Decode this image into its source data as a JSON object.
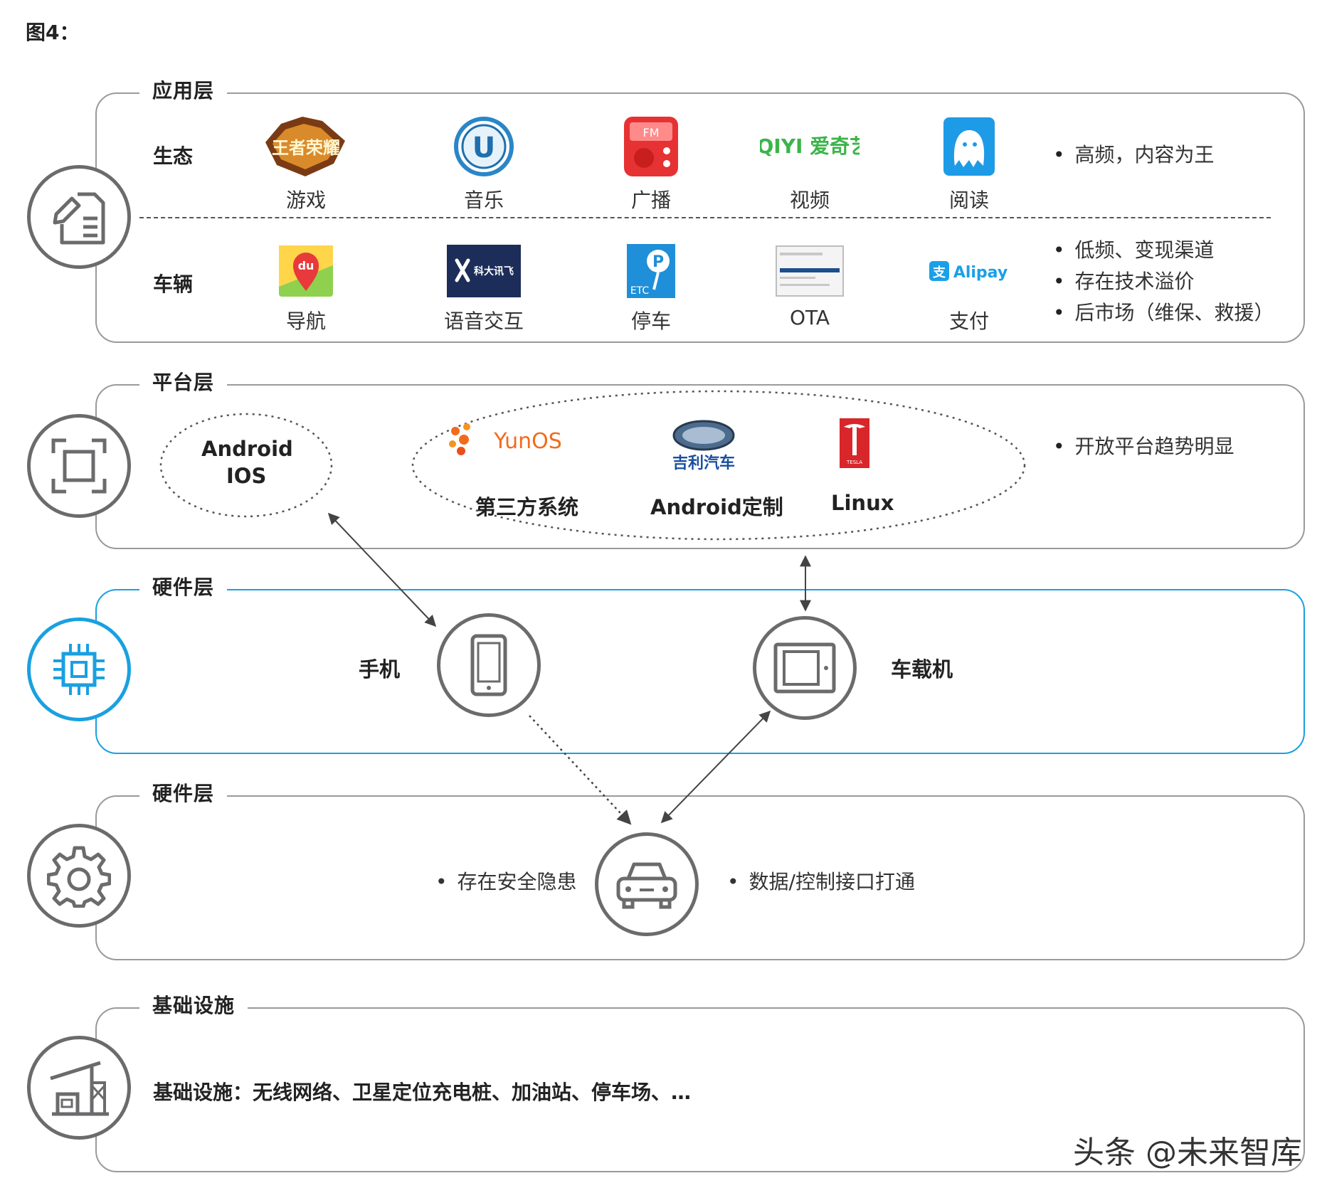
{
  "figure_label": "图4：",
  "layers": {
    "app": {
      "title": "应用层",
      "ecosystem": {
        "title": "生态",
        "apps": [
          {
            "label": "游戏",
            "icon": "honor-of-kings-logo",
            "logo_text": "王者荣耀"
          },
          {
            "label": "音乐",
            "icon": "music-u-logo",
            "logo_text": "U"
          },
          {
            "label": "广播",
            "icon": "radio-logo",
            "logo_text": "FM"
          },
          {
            "label": "视频",
            "icon": "iqiyi-logo",
            "logo_text": "iQIYI 爱奇艺"
          },
          {
            "label": "阅读",
            "icon": "reader-ghost-logo",
            "logo_text": ""
          }
        ],
        "bullets": [
          "高频，内容为王"
        ]
      },
      "vehicle": {
        "title": "车辆",
        "apps": [
          {
            "label": "导航",
            "icon": "baidu-map-logo",
            "logo_text": "du"
          },
          {
            "label": "语音交互",
            "icon": "iflytek-logo",
            "logo_text": "科大讯飞"
          },
          {
            "label": "停车",
            "icon": "etc-parking-logo",
            "logo_text": "ETC"
          },
          {
            "label": "OTA",
            "icon": "ota-screen-logo",
            "logo_text": ""
          },
          {
            "label": "支付",
            "icon": "alipay-logo",
            "logo_text": "Alipay"
          }
        ],
        "bullets": [
          "低频、变现渠道",
          "存在技术溢价",
          "后市场（维保、救援）"
        ]
      }
    },
    "platform": {
      "title": "平台层",
      "phone_os": {
        "line1": "Android",
        "line2": "IOS"
      },
      "car_os": [
        {
          "label": "第三方系统",
          "icon": "yunos-logo",
          "logo_text": "YunOS"
        },
        {
          "label": "Android定制",
          "icon": "geely-logo",
          "logo_text": "吉利汽车"
        },
        {
          "label": "Linux",
          "icon": "tesla-logo",
          "logo_text": "TESLA"
        }
      ],
      "bullets": [
        "开放平台趋势明显"
      ]
    },
    "hardware": {
      "title": "硬件层",
      "phone_label": "手机",
      "headunit_label": "车载机"
    },
    "vehicle_hw": {
      "title": "硬件层",
      "left_note": "存在安全隐患",
      "right_note": "数据/控制接口打通"
    },
    "infrastructure": {
      "title": "基础设施",
      "text": "基础设施：无线网络、卫星定位充电桩、加油站、停车场、…"
    }
  },
  "watermark": "头条 @未来智库",
  "colors": {
    "border": "#9a9a9a",
    "icon": "#6b6b6d",
    "accent_blue": "#1aa0e0"
  }
}
